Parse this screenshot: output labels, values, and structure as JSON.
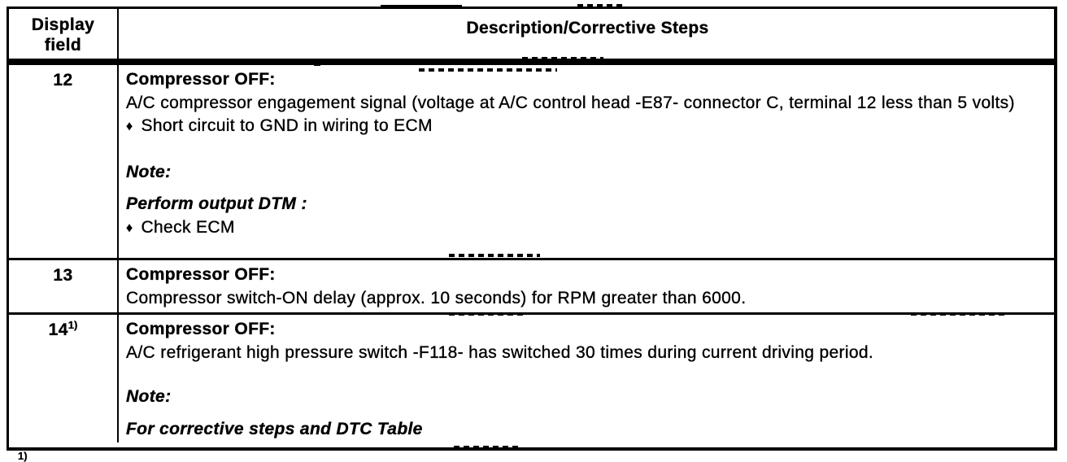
{
  "colors": {
    "ink": "#000000",
    "paper": "#ffffff"
  },
  "glyphs": {
    "bullet": "♦"
  },
  "table": {
    "header": {
      "col1_line1": "Display",
      "col1_line2": "field",
      "col2": "Description/Corrective Steps"
    },
    "rows": [
      {
        "display_field": "12",
        "lines": {
          "title": "Compressor OFF:",
          "desc": "A/C compressor engagement signal (voltage at A/C control head -E87- connector C, terminal 12 less than 5 volts)",
          "bullet1": "Short circuit to GND in wiring to ECM",
          "note_label": "Note:",
          "note_body": "Perform output DTM :",
          "bullet2": "Check ECM"
        }
      },
      {
        "display_field": "13",
        "lines": {
          "title": "Compressor OFF:",
          "desc": "Compressor switch-ON delay (approx. 10 seconds) for RPM greater than 6000."
        }
      },
      {
        "display_field": "14",
        "display_field_sup": "1)",
        "lines": {
          "title": "Compressor OFF:",
          "desc": "A/C refrigerant high pressure switch -F118- has switched 30 times during current driving period.",
          "note_label": "Note:",
          "note_body": "For corrective steps and DTC Table"
        }
      }
    ],
    "footnote_marker": "1)"
  }
}
